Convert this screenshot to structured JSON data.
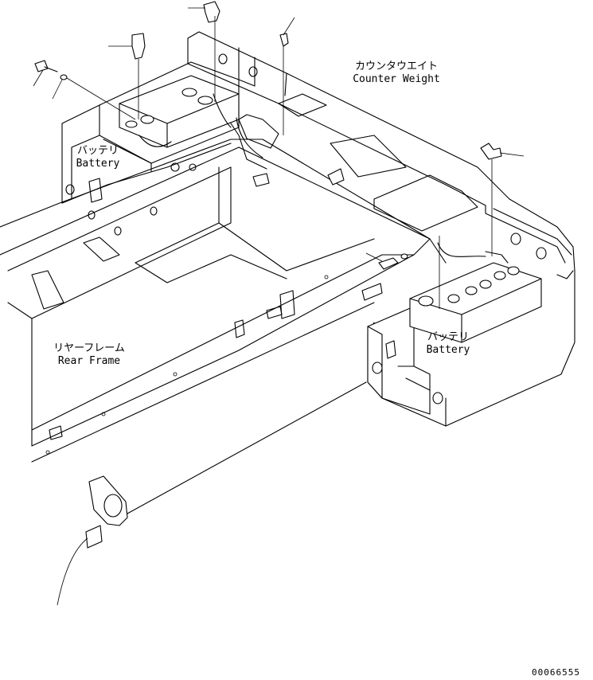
{
  "labels": {
    "counter_weight_jp": "カウンタウエイト",
    "counter_weight_en": "Counter Weight",
    "battery_left_jp": "バッテリ",
    "battery_left_en": "Battery",
    "battery_right_jp": "バッテリ",
    "battery_right_en": "Battery",
    "rear_frame_jp": "リヤーフレーム",
    "rear_frame_en": "Rear Frame"
  },
  "drawing_number": "00066555"
}
